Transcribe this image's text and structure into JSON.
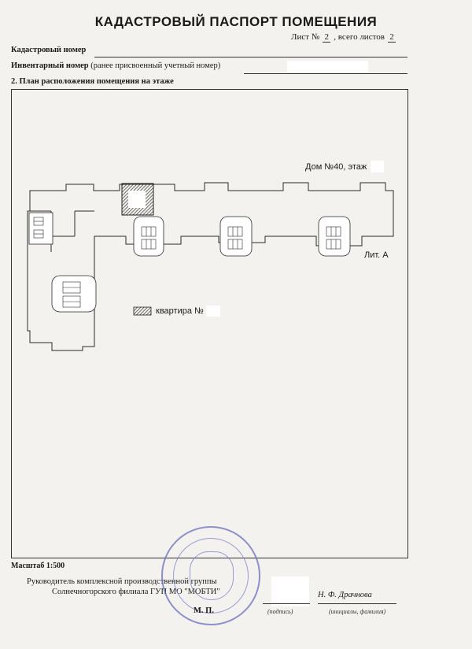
{
  "document": {
    "title": "КАДАСТРОВЫЙ ПАСПОРТ ПОМЕЩЕНИЯ",
    "sheet_label": "Лист №",
    "sheet_no": "2",
    "total_label": ", всего листов",
    "total_no": "2"
  },
  "fields": {
    "cadastral_label": "Кадастровый номер",
    "inventory_label": "Инвентарный номер",
    "inventory_note": "(ранее присвоенный учетный номер)",
    "section_title": "2. План расположения помещения на этаже"
  },
  "plan": {
    "building_label": "Дом №40, этаж",
    "letter_label": "Лит. А",
    "legend_label": "квартира №"
  },
  "footer": {
    "scale": "Масштаб  1:500",
    "head_line1": "Руководитель комплексной производственной группы",
    "head_line2": "Солнечногорского филиала ГУП МО \"МОБТИ\"",
    "stamp_place": "М. П.",
    "signature_caption": "(подпись)",
    "name": "Н. Ф. Драчнова",
    "name_caption": "(инициалы, фамилия)"
  },
  "colors": {
    "stamp": "#6a6fc0",
    "ink": "#1a1a1a",
    "paper": "#f3f2ee"
  }
}
